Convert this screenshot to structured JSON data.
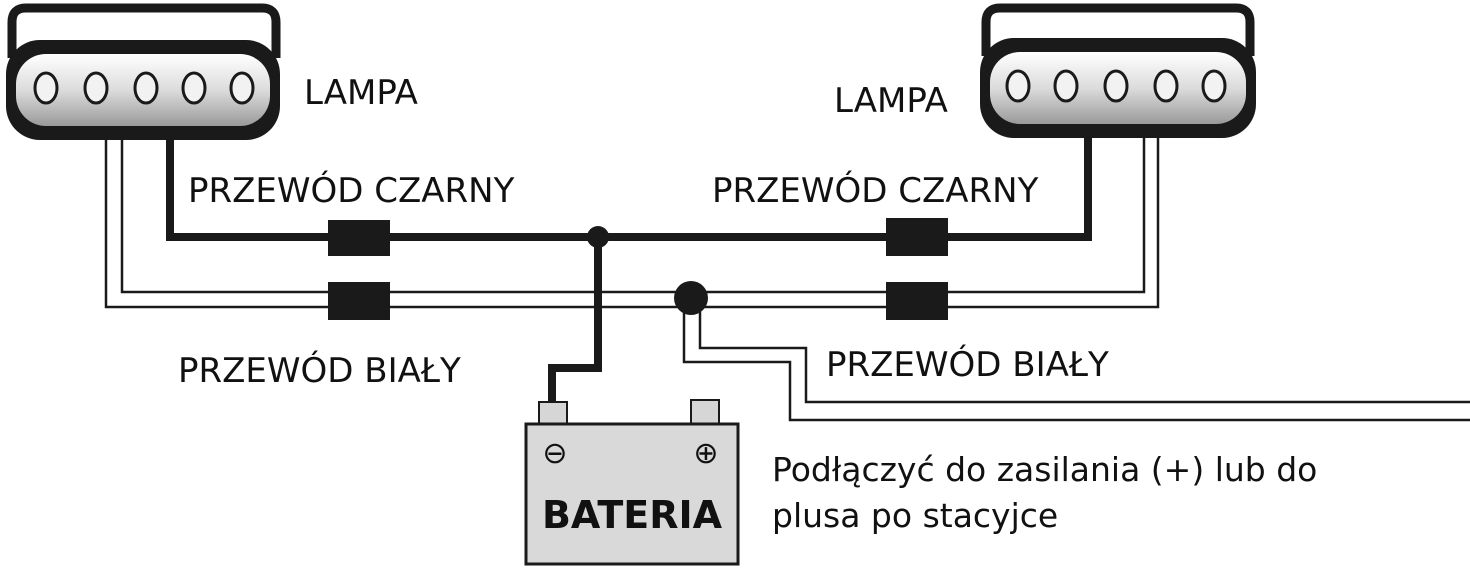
{
  "lamps": [
    {
      "label": "LAMPA"
    },
    {
      "label": "LAMPA"
    }
  ],
  "wires": {
    "black_left": "PRZEWÓD CZARNY",
    "black_right": "PRZEWÓD CZARNY",
    "white_left": "PRZEWÓD BIAŁY",
    "white_right": "PRZEWÓD BIAŁY"
  },
  "battery": {
    "label": "BATERIA",
    "minus_symbol": "⊖",
    "plus_symbol": "⊕"
  },
  "note": {
    "line1": "Podłączyć do zasilania (+) lub do",
    "line2": "plusa po stacyjce"
  },
  "colors": {
    "wire_black": "#1a1a1a",
    "battery_fill": "#d9d9d9",
    "lamp_lens": "#e6e6e6"
  }
}
